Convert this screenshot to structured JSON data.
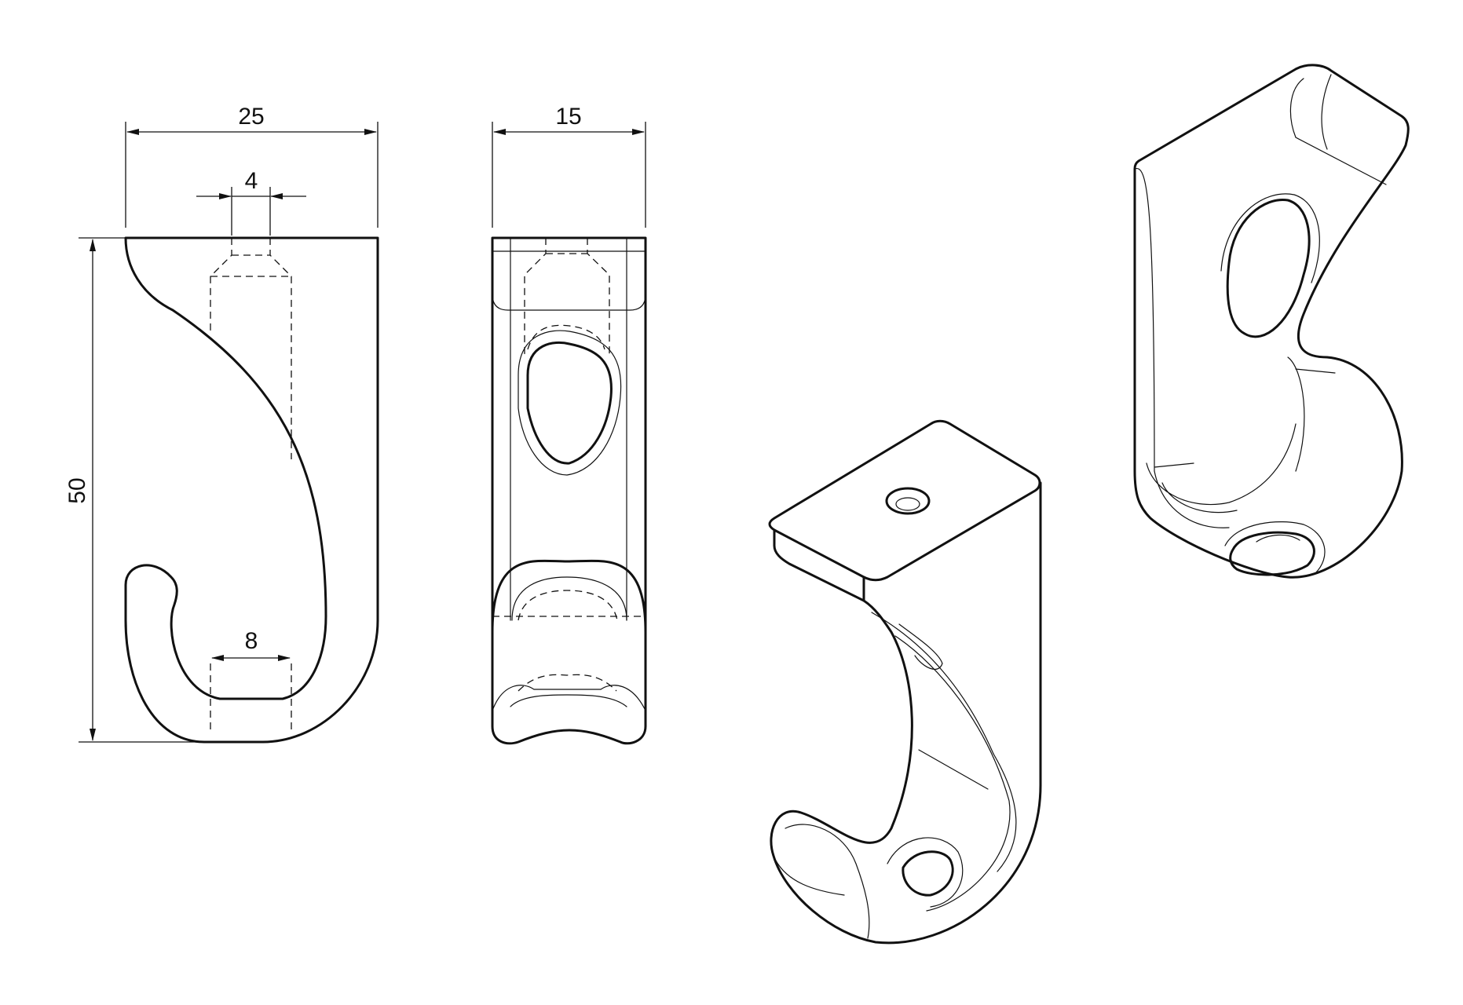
{
  "drawing": {
    "colors": {
      "line": "#111111",
      "background": "#ffffff"
    },
    "dimensions": {
      "overall_width": "25",
      "bore_diameter": "4",
      "overall_height": "50",
      "hook_gap": "8",
      "depth": "15"
    }
  }
}
